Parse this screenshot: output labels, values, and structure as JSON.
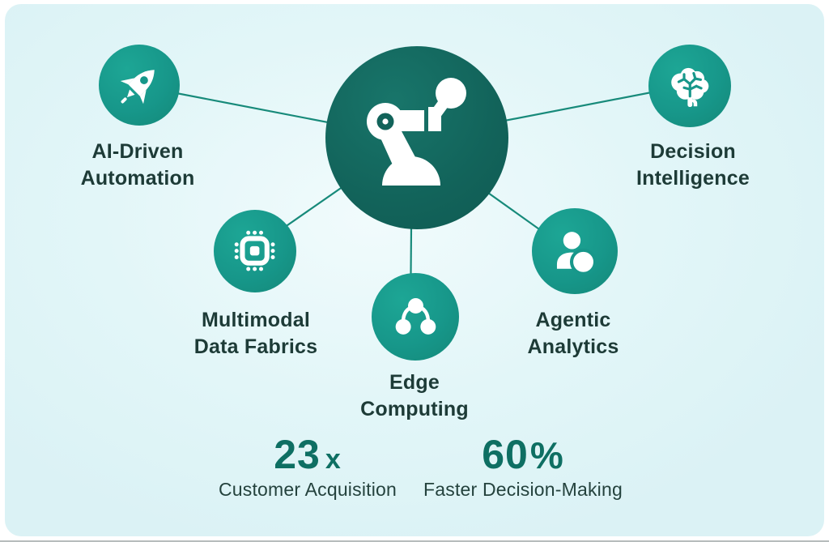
{
  "colors": {
    "background": "#e2f6f8",
    "hub_circle": "#12635a",
    "node_circle": "#17978a",
    "connector_line": "#178a7a",
    "label_text": "#1d3b37",
    "stat_number": "#0e6f63",
    "stat_caption": "#24423d"
  },
  "hub": {
    "icon": "robot-arm-icon"
  },
  "nodes": [
    {
      "icon": "rocket-icon",
      "line1": "AI-Driven",
      "line2": "Automation"
    },
    {
      "icon": "brain-icon",
      "line1": "Decision",
      "line2": "Intelligence"
    },
    {
      "icon": "chip-icon",
      "line1": "Multimodal",
      "line2": "Data Fabrics"
    },
    {
      "icon": "network-nodes-icon",
      "line1": "Edge",
      "line2": "Computing"
    },
    {
      "icon": "user-analytics-icon",
      "line1": "Agentic",
      "line2": "Analytics"
    }
  ],
  "stats": [
    {
      "value": "23",
      "suffix": "x",
      "caption": "Customer Acquisition"
    },
    {
      "value": "60",
      "suffix": "%",
      "caption": "Faster Decision-Making"
    }
  ]
}
